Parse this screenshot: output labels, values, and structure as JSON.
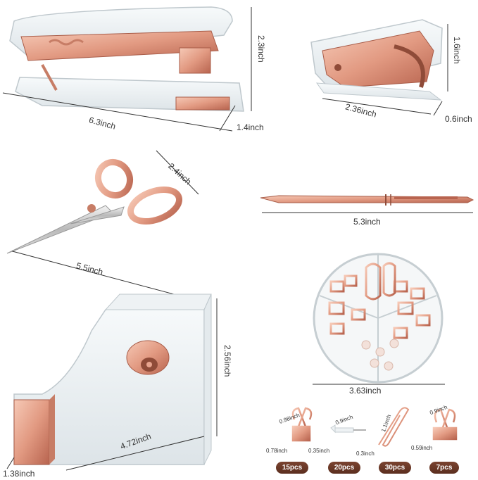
{
  "colors": {
    "rose_gold": "#e7a48e",
    "rose_gold_dark": "#b86a55",
    "acrylic": "#eef2f4",
    "badge": "#6a3826"
  },
  "stapler": {
    "length": "6.3inch",
    "height": "2.3inch",
    "width": "1.4inch"
  },
  "remover": {
    "length": "2.36inch",
    "height": "1.6inch",
    "width": "0.6inch"
  },
  "scissors": {
    "length": "5.5inch",
    "handle": "2.4inch"
  },
  "pen": {
    "length": "5.3inch"
  },
  "tape_dispenser": {
    "length": "4.72inch",
    "height": "2.56inch",
    "width": "1.38inch"
  },
  "clips_box": {
    "diameter": "3.63inch"
  },
  "accessories": [
    {
      "name": "binder-clip-large",
      "width": "0.78inch",
      "height": "0.98inch",
      "count": "15pcs"
    },
    {
      "name": "push-pin",
      "width": "0.35inch",
      "height": "0.9inch",
      "count": "20pcs"
    },
    {
      "name": "paper-clip",
      "width": "0.3inch",
      "height": "1.1inch",
      "count": "30pcs"
    },
    {
      "name": "binder-clip-small",
      "width": "0.59inch",
      "height": "0.9inch",
      "count": "7pcs"
    }
  ]
}
